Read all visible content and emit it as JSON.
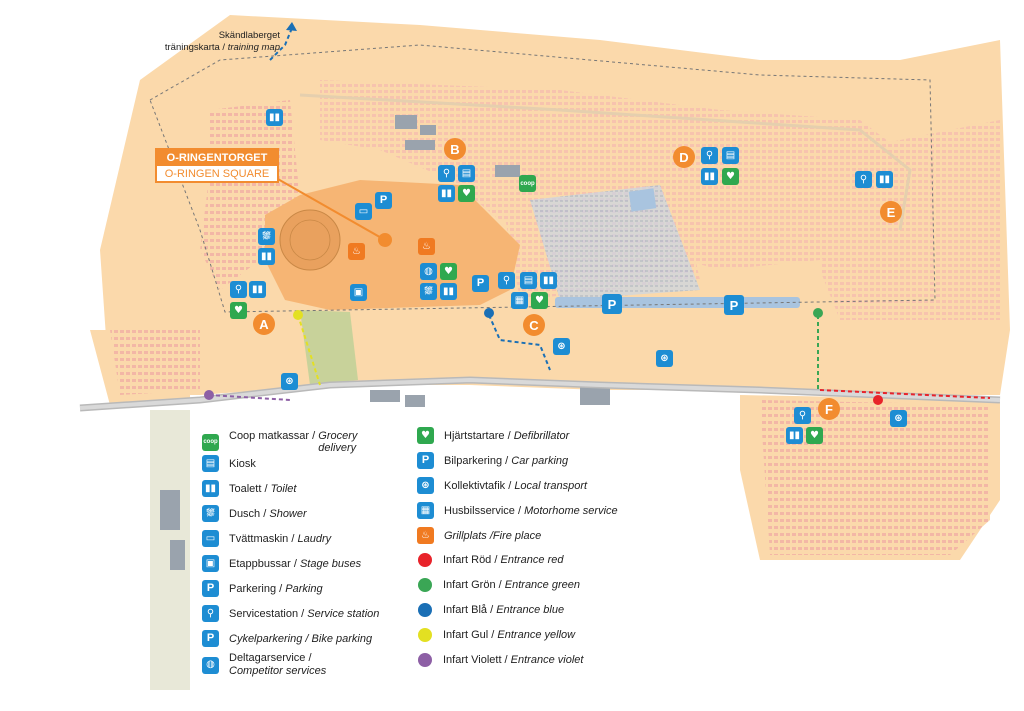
{
  "training_map": {
    "line1": "Skändlaberget",
    "line2_sv": "träningskarta /",
    "line2_en": "training map"
  },
  "square": {
    "sv": "O-RINGENTORGET",
    "en": "O-RINGEN SQUARE"
  },
  "markers": [
    "A",
    "B",
    "C",
    "D",
    "E",
    "F"
  ],
  "icons": {
    "coop": "coop",
    "parking": "P"
  },
  "colors": {
    "land": "#fbd9ab",
    "camp_rows": "#f9c7b3",
    "square_area": "#f6b574",
    "accent": "#f28c2f",
    "icon_blue": "#1d8dd3",
    "icon_green": "#2fa84f",
    "entrance_red": "#e8232a",
    "entrance_green": "#3aa655",
    "entrance_blue": "#1a6fb5",
    "entrance_yellow": "#e3e022",
    "entrance_violet": "#8d5fa5"
  },
  "legend": {
    "left": [
      {
        "icon": "coop-icon",
        "sv": "Coop matkassar /",
        "en": "Grocery delivery"
      },
      {
        "icon": "kiosk-icon",
        "sv": "Kiosk",
        "en": ""
      },
      {
        "icon": "toilet-icon",
        "sv": "Toalett /",
        "en": "Toilet"
      },
      {
        "icon": "shower-icon",
        "sv": "Dusch /",
        "en": "Shower"
      },
      {
        "icon": "laundry-icon",
        "sv": "Tvättmaskin /",
        "en": "Laudry"
      },
      {
        "icon": "bus-icon",
        "sv": "Etappbussar /",
        "en": "Stage buses"
      },
      {
        "icon": "parking-icon",
        "sv": "Parkering /",
        "en": "Parking"
      },
      {
        "icon": "service-station-icon",
        "sv": "Servicestation /",
        "en": "Service station"
      },
      {
        "icon": "bike-parking-icon",
        "sv": "Cykelparkering /",
        "en": "Bike parking"
      },
      {
        "icon": "competitor-services-icon",
        "sv": "Deltagarservice /",
        "en": "Competitor services"
      }
    ],
    "right": [
      {
        "icon": "defibrillator-icon",
        "sv": "Hjärtstartare /",
        "en": "Defibrillator"
      },
      {
        "icon": "car-parking-icon",
        "sv": "Bilparkering /",
        "en": "Car parking"
      },
      {
        "icon": "local-transport-icon",
        "sv": "Kollektivtafik /",
        "en": "Local transport"
      },
      {
        "icon": "motorhome-service-icon",
        "sv": "Husbilsservice /",
        "en": "Motorhome service"
      },
      {
        "icon": "fire-place-icon",
        "sv": "Grillplats /",
        "en": "Fire place"
      },
      {
        "icon": "entrance-red-dot",
        "sv": "Infart Röd /",
        "en": "Entrance red"
      },
      {
        "icon": "entrance-green-dot",
        "sv": "Infart Grön /",
        "en": "Entrance green"
      },
      {
        "icon": "entrance-blue-dot",
        "sv": "Infart Blå /",
        "en": "Entrance blue"
      },
      {
        "icon": "entrance-yellow-dot",
        "sv": "Infart Gul /",
        "en": "Entrance yellow"
      },
      {
        "icon": "entrance-violet-dot",
        "sv": "Infart Violett /",
        "en": "Entrance violet"
      }
    ]
  }
}
